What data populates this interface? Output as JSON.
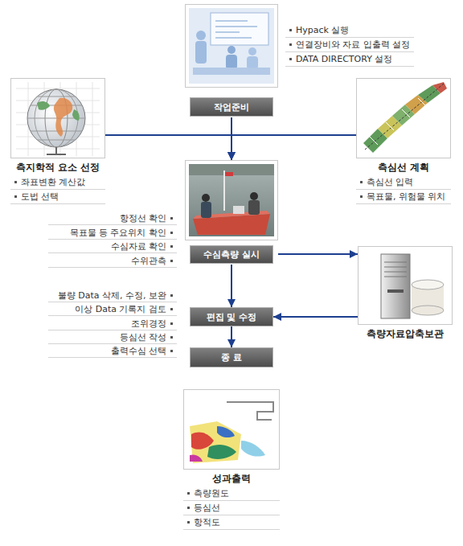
{
  "diagram": {
    "nodes": [
      {
        "text": [
          "작업준비"
        ]
      },
      {
        "text": [
          "측지학적 요소 선정",
          "좌표변환 계산값",
          "도법 선택"
        ]
      },
      {
        "text": [
          "측심선 계획",
          "측심선 입력",
          "목표물, 위험물 위치"
        ]
      },
      {
        "text": [
          "수심측량 실시"
        ]
      },
      {
        "text": [
          "측량자료압축보관"
        ]
      },
      {
        "text": [
          "편집 및 수정"
        ]
      },
      {
        "text": [
          "종 료"
        ]
      },
      {
        "text": [
          "성과출력",
          "측량원도",
          "등심선",
          "항적도"
        ]
      }
    ],
    "edges": [
      {
        "from": 0,
        "to": 3,
        "arrow": "to"
      },
      {
        "from": 1,
        "to": 3,
        "arrow": "to"
      },
      {
        "from": 2,
        "to": 3,
        "arrow": "to"
      },
      {
        "from": 3,
        "to": 4,
        "arrow": "to"
      },
      {
        "from": 3,
        "to": 5,
        "arrow": "to"
      },
      {
        "from": 4,
        "to": 5,
        "arrow": "to"
      },
      {
        "from": 5,
        "to": 6,
        "arrow": "to"
      }
    ],
    "labels": [
      "Hypack 실행",
      "연결장비와 자료 입출력 설정",
      "DATA DIRECTORY 설정",
      "항정선 확인",
      "목표물 등 주요위치 확인",
      "수심자료 확인",
      "수위관측",
      "불량 Data 삭제, 수정, 보완",
      "이상 Data 기록지 검토",
      "조위경정",
      "등심선 작성",
      "출력수심 선택"
    ]
  }
}
